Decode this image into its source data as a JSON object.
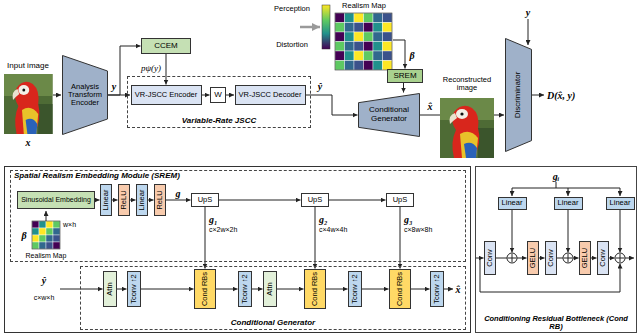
{
  "diagram": {
    "nodes": [
      {
        "text": [
          "Analysis Transform Encoder"
        ]
      },
      {
        "text": [
          "CCEM"
        ]
      },
      {
        "text": [
          "Variable-Rate JSCC"
        ]
      },
      {
        "text": [
          "VR-JSCC Encoder"
        ],
        "in": 2
      },
      {
        "text": [
          "W"
        ],
        "in": 2
      },
      {
        "text": [
          "VR-JSCC Decoder"
        ],
        "in": 2
      },
      {
        "text": [
          "SREM"
        ]
      },
      {
        "text": [
          "Conditional Generator"
        ]
      },
      {
        "text": [
          "Discriminator"
        ]
      },
      {
        "text": [
          "Spatial Realism Embedding Module (SREM)"
        ]
      },
      {
        "text": [
          "Sinusoidal Embedding"
        ],
        "in": 9
      },
      {
        "text": [
          "Linear"
        ],
        "in": 9
      },
      {
        "text": [
          "ReLU"
        ],
        "in": 9
      },
      {
        "text": [
          "Linear"
        ],
        "in": 9
      },
      {
        "text": [
          "ReLU"
        ],
        "in": 9
      },
      {
        "text": [
          "UpS"
        ],
        "in": 9
      },
      {
        "text": [
          "UpS"
        ],
        "in": 9
      },
      {
        "text": [
          "UpS"
        ],
        "in": 9
      },
      {
        "text": [
          "Conditional Generator"
        ]
      },
      {
        "text": [
          "Attn"
        ],
        "in": 18
      },
      {
        "text": [
          "Tconv ↑2"
        ],
        "in": 18
      },
      {
        "text": [
          "Cond RBs"
        ],
        "in": 18
      },
      {
        "text": [
          "Tconv ↑2"
        ],
        "in": 18
      },
      {
        "text": [
          "Attn"
        ],
        "in": 18
      },
      {
        "text": [
          "Cond RBs"
        ],
        "in": 18
      },
      {
        "text": [
          "Tconv ↑2"
        ],
        "in": 18
      },
      {
        "text": [
          "Cond RBs"
        ],
        "in": 18
      },
      {
        "text": [
          "Tconv ↑2"
        ],
        "in": 18
      },
      {
        "text": [
          "Conditioning Residual Bottleneck (Cond RB)"
        ]
      },
      {
        "text": [
          "Linear"
        ],
        "in": 28
      },
      {
        "text": [
          "Linear"
        ],
        "in": 28
      },
      {
        "text": [
          "Linear"
        ],
        "in": 28
      },
      {
        "text": [
          "Conv"
        ],
        "in": 28
      },
      {
        "text": [
          "GELU"
        ],
        "in": 28
      },
      {
        "text": [
          "Conv"
        ],
        "in": 28
      },
      {
        "text": [
          "GELU"
        ],
        "in": 28
      },
      {
        "text": [
          "Conv"
        ],
        "in": 28
      }
    ],
    "edges": [
      {
        "from": 0,
        "to": 1,
        "arrow": "to"
      },
      {
        "from": 0,
        "to": 3,
        "arrow": "to"
      },
      {
        "from": 1,
        "to": 3,
        "label": "pψ(y)",
        "arrow": "to"
      },
      {
        "from": 3,
        "to": 4,
        "arrow": "to"
      },
      {
        "from": 4,
        "to": 5,
        "arrow": "to"
      },
      {
        "from": 5,
        "to": 7,
        "arrow": "to"
      },
      {
        "from": 6,
        "to": 7,
        "arrow": "to"
      },
      {
        "from": 7,
        "to": 8,
        "arrow": "to"
      },
      {
        "from": 10,
        "to": 11,
        "arrow": "to"
      },
      {
        "from": 11,
        "to": 12,
        "arrow": "to"
      },
      {
        "from": 12,
        "to": 13,
        "arrow": "to"
      },
      {
        "from": 13,
        "to": 14,
        "arrow": "to"
      },
      {
        "from": 14,
        "to": 15,
        "arrow": "to"
      },
      {
        "from": 15,
        "to": 16,
        "arrow": "to"
      },
      {
        "from": 16,
        "to": 17,
        "arrow": "to"
      },
      {
        "from": 15,
        "to": 21,
        "arrow": "to"
      },
      {
        "from": 16,
        "to": 24,
        "arrow": "to"
      },
      {
        "from": 17,
        "to": 26,
        "arrow": "to"
      },
      {
        "from": 19,
        "to": 20,
        "arrow": "to"
      },
      {
        "from": 20,
        "to": 21,
        "arrow": "to"
      },
      {
        "from": 21,
        "to": 22,
        "arrow": "to"
      },
      {
        "from": 22,
        "to": 23,
        "arrow": "to"
      },
      {
        "from": 23,
        "to": 24,
        "arrow": "to"
      },
      {
        "from": 24,
        "to": 25,
        "arrow": "to"
      },
      {
        "from": 25,
        "to": 26,
        "arrow": "to"
      },
      {
        "from": 26,
        "to": 27,
        "arrow": "to"
      },
      {
        "from": 32,
        "to": 33,
        "arrow": "to"
      },
      {
        "from": 33,
        "to": 34,
        "arrow": "to"
      },
      {
        "from": 34,
        "to": 35,
        "arrow": "to"
      },
      {
        "from": 35,
        "to": 36,
        "arrow": "to"
      }
    ],
    "labels": [
      "Input image",
      "x",
      "y",
      "Perception",
      "Distortion",
      "Realism Map",
      "β",
      "ŷ",
      "x̂",
      "Reconstructed image",
      "y",
      "D(x̂, y)",
      "g",
      "g₁",
      "c×2w×2h",
      "g₂",
      "c×4w×4h",
      "g₃",
      "c×8w×8h",
      "β",
      "w×h",
      "Realism Map",
      "ŷ",
      "c×w×h",
      "x̂",
      "gᵢ"
    ]
  }
}
